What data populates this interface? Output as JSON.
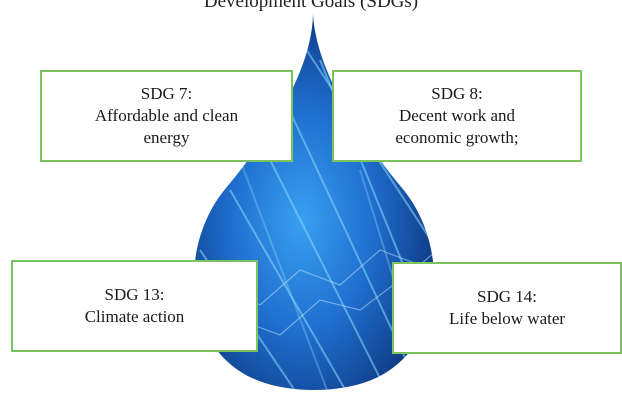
{
  "title": "Development Goals (SDGs)",
  "colors": {
    "box_border": "#7cc35d",
    "drop_dark": "#0b2f73",
    "drop_light": "#2f8fe0"
  },
  "goals": [
    {
      "label": "SDG 7:",
      "lines": [
        "Affordable and clean",
        "energy"
      ]
    },
    {
      "label": "SDG 8:",
      "lines": [
        "Decent work and",
        "economic growth;"
      ]
    },
    {
      "label": "SDG 13:",
      "lines": [
        "Climate action"
      ]
    },
    {
      "label": "SDG 14:",
      "lines": [
        "Life below water"
      ]
    }
  ]
}
